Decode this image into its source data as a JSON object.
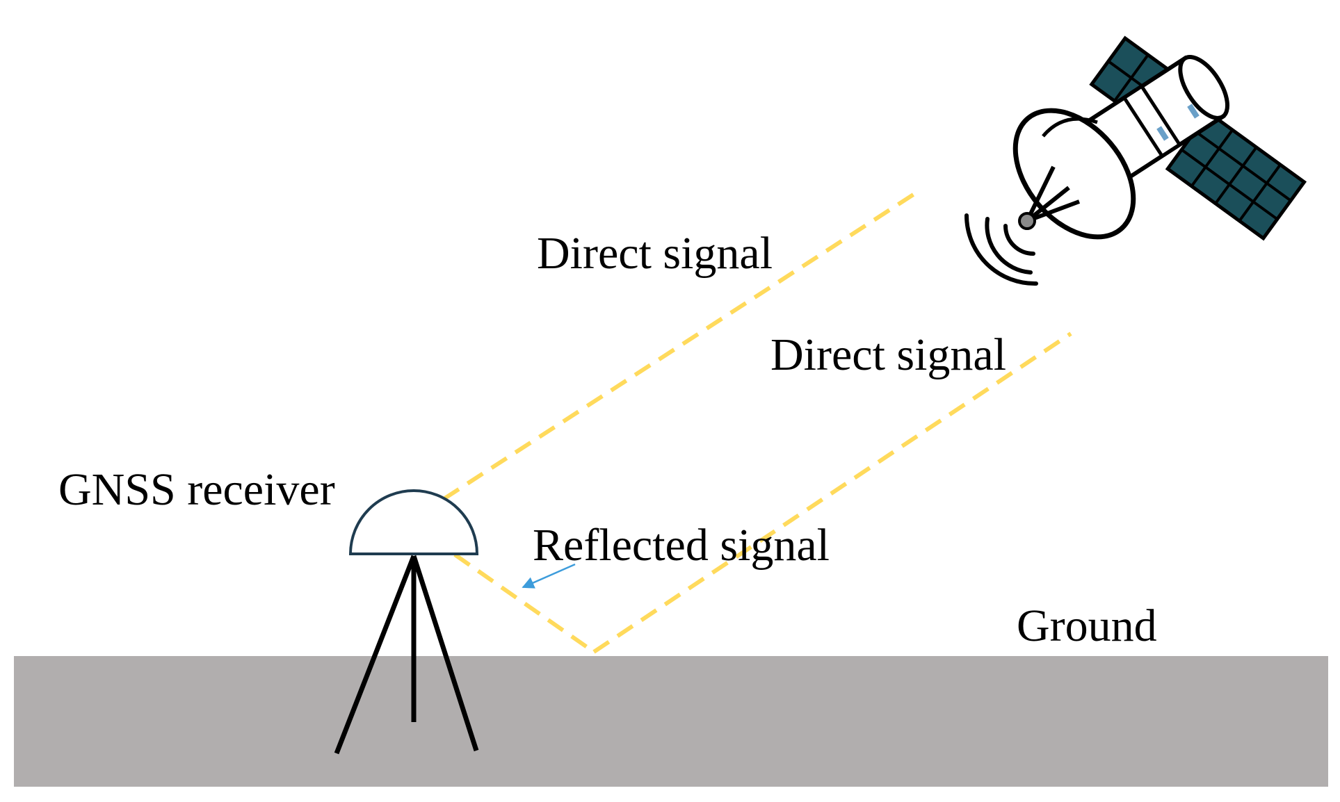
{
  "labels": {
    "direct_signal_1": "Direct signal",
    "direct_signal_2": "Direct signal",
    "receiver": "GNSS receiver",
    "reflected_signal": "Reflected signal",
    "ground": "Ground"
  },
  "colors": {
    "signal": "#FFDA5C",
    "ground": "#B1AEAE",
    "antenna_outline": "#1F3C50",
    "solar_panel": "#1B4F5A",
    "pointer_arrow": "#3D9CDB",
    "outline": "#000000"
  },
  "icons": {
    "satellite": "satellite-icon",
    "receiver": "gnss-antenna-icon",
    "tripod": "tripod-icon"
  }
}
